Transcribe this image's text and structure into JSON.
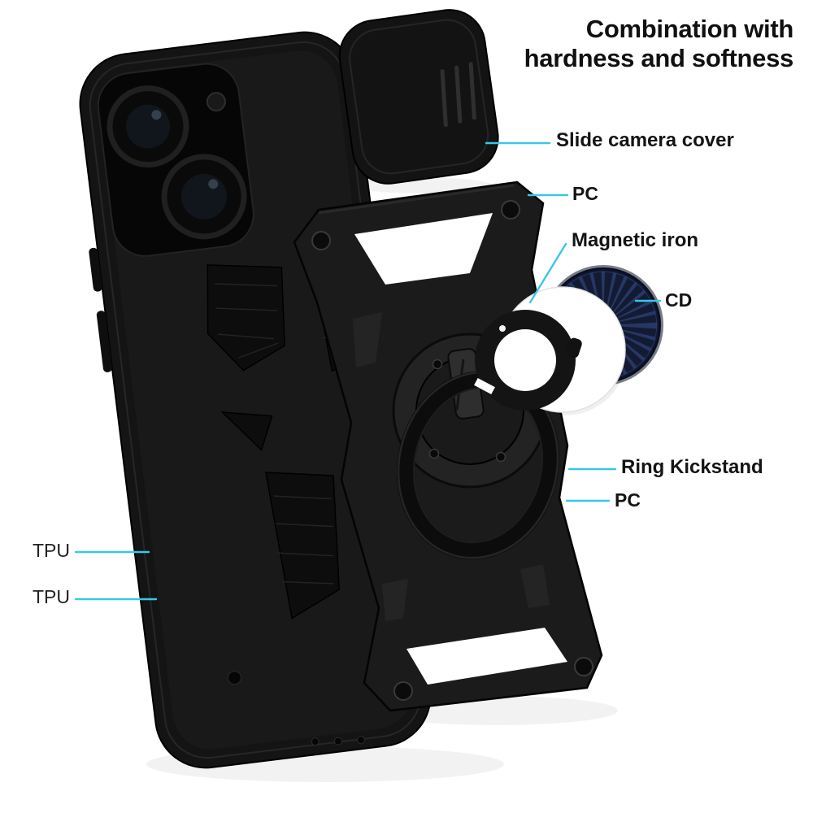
{
  "title": {
    "line1": "Combination with",
    "line2": "hardness and softness"
  },
  "callouts": {
    "slide_camera_cover": "Slide camera cover",
    "pc_top": "PC",
    "magnetic_iron": "Magnetic iron",
    "cd": "CD",
    "ring_kickstand": "Ring Kickstand",
    "pc_bottom": "PC",
    "tpu_upper": "TPU",
    "tpu_lower": "TPU"
  },
  "colors": {
    "background": "#ffffff",
    "text": "#141414",
    "leader_line": "#3bc6e8",
    "case_black": "#151515",
    "armor_plate_black": "#1b1b1b",
    "cd_disc_navy": "#131b33",
    "magnet_ring_black": "#141414",
    "white_disc": "#ffffff"
  }
}
